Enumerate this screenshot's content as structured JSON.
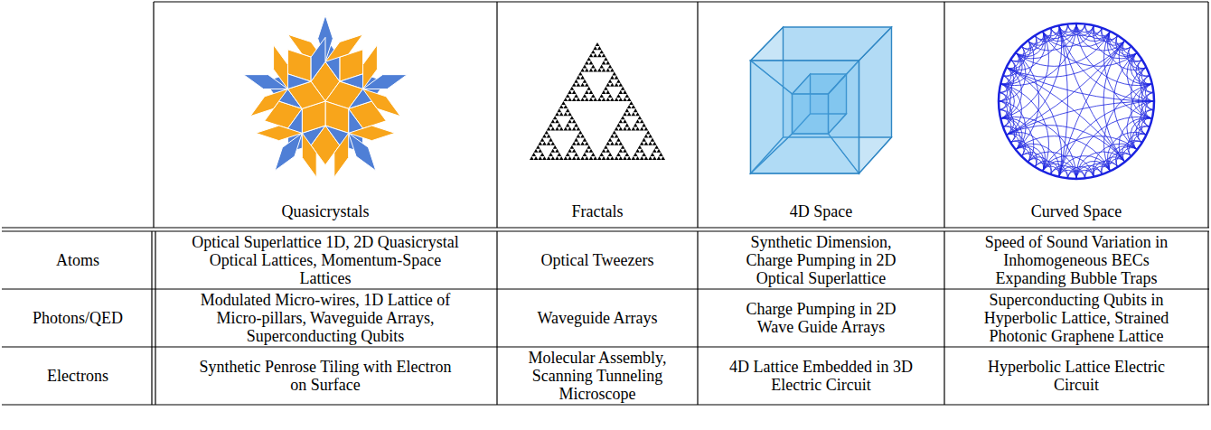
{
  "diagram": {
    "labels": [
      "Quasicrystals",
      "Fractals",
      "4D Space",
      "Curved Space",
      "Atoms",
      "Optical Superlattice 1D, 2D Quasicrystal Optical Lattices, Momentum-Space Lattices",
      "Optical Tweezers",
      "Synthetic Dimension, Charge Pumping in 2D Optical Superlattice",
      "Speed of Sound Variation in Inhomogeneous BECs Expanding Bubble Traps",
      "Photons/QED",
      "Modulated Micro-wires, 1D Lattice of Micro-pillars, Waveguide Arrays, Superconducting Qubits",
      "Waveguide Arrays",
      "Charge Pumping in 2D Wave Guide Arrays",
      "Superconducting Qubits in Hyperbolic Lattice, Strained Photonic Graphene Lattice",
      "Electrons",
      "Synthetic Penrose Tiling with Electron on Surface",
      "Molecular Assembly, Scanning Tunneling Microscope",
      "4D Lattice Embedded in 3D Electric Circuit",
      "Hyperbolic Lattice Electric Circuit"
    ]
  }
}
